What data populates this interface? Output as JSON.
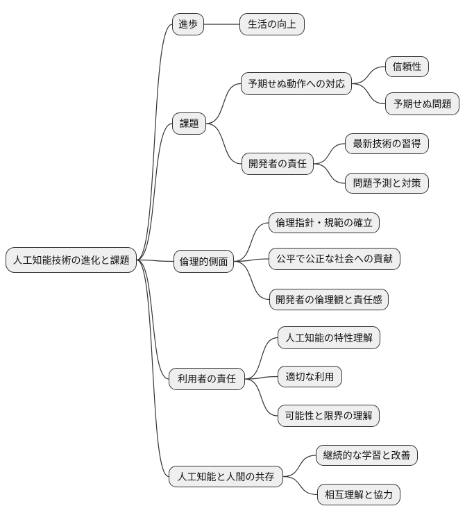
{
  "diagram": {
    "type": "mindmap",
    "direction": "left-to-right",
    "colors": {
      "background": "#ffffff",
      "node_fill": "#efefef",
      "node_border": "#333333",
      "edge_line": "#333333",
      "text": "#111111"
    }
  },
  "mindmap": {
    "root": {
      "label": "人工知能技術の進化と課題",
      "children": [
        {
          "label": "進歩",
          "children": [
            {
              "label": "生活の向上",
              "children": []
            }
          ]
        },
        {
          "label": "課題",
          "children": [
            {
              "label": "予期せぬ動作への対応",
              "children": [
                {
                  "label": "信頼性",
                  "children": []
                },
                {
                  "label": "予期せぬ問題",
                  "children": []
                }
              ]
            },
            {
              "label": "開発者の責任",
              "children": [
                {
                  "label": "最新技術の習得",
                  "children": []
                },
                {
                  "label": "問題予測と対策",
                  "children": []
                }
              ]
            }
          ]
        },
        {
          "label": "倫理的側面",
          "children": [
            {
              "label": "倫理指針・規範の確立",
              "children": []
            },
            {
              "label": "公平で公正な社会への貢献",
              "children": []
            },
            {
              "label": "開発者の倫理観と責任感",
              "children": []
            }
          ]
        },
        {
          "label": "利用者の責任",
          "children": [
            {
              "label": "人工知能の特性理解",
              "children": []
            },
            {
              "label": "適切な利用",
              "children": []
            },
            {
              "label": "可能性と限界の理解",
              "children": []
            }
          ]
        },
        {
          "label": "人工知能と人間の共存",
          "children": [
            {
              "label": "継続的な学習と改善",
              "children": []
            },
            {
              "label": "相互理解と協力",
              "children": []
            }
          ]
        }
      ]
    }
  }
}
